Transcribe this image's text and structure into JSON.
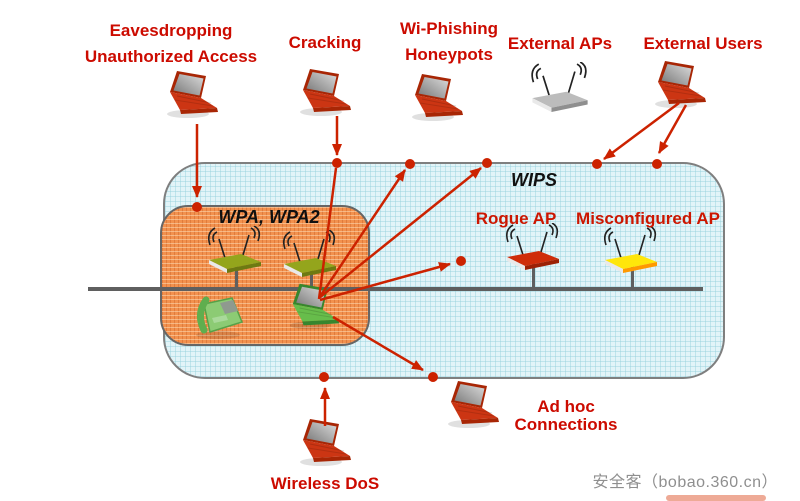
{
  "threats": {
    "eavesdropping": {
      "line1": "Eavesdropping",
      "line2": "Unauthorized Access"
    },
    "cracking": {
      "line1": "Cracking"
    },
    "wi_phishing": {
      "line1": "Wi-Phishing",
      "line2": "Honeypots"
    },
    "external_aps": {
      "line1": "External APs"
    },
    "external_users": {
      "line1": "External Users"
    },
    "wireless_dos": {
      "line1": "Wireless DoS"
    },
    "ad_hoc": {
      "line1": "Ad hoc",
      "line2": "Connections"
    }
  },
  "zones": {
    "wips": "WIPS",
    "wpa": "WPA, WPA2"
  },
  "ap_labels": {
    "rogue": "Rogue AP",
    "misconfigured": "Misconfigured AP"
  },
  "icons": {
    "attacker_device": "red-laptop-icon",
    "internal_client": "green-laptop-icon",
    "internal_voip_phone": "green-phone-icon",
    "authorized_ap": "green-ap-icon",
    "rogue_ap": "red-ap-icon",
    "misconfigured_ap": "yellow-ap-icon",
    "external_ap": "gray-ap-icon"
  },
  "colors": {
    "threat_text": "#cc0b00",
    "arrow": "#cc2200",
    "wips_fill": "#e2f4f8",
    "wips_border": "#7f7f7f",
    "wpa_fill": "#f2914e",
    "authorized_ap": "#94a51c",
    "rogue_ap": "#cf2d0a",
    "misconfigured_ap": "#ffe60a",
    "external_ap": "#bcbcbc",
    "bus_line": "#5f5f5f"
  },
  "watermark": {
    "text": "安全客（bobao.360.cn）"
  }
}
